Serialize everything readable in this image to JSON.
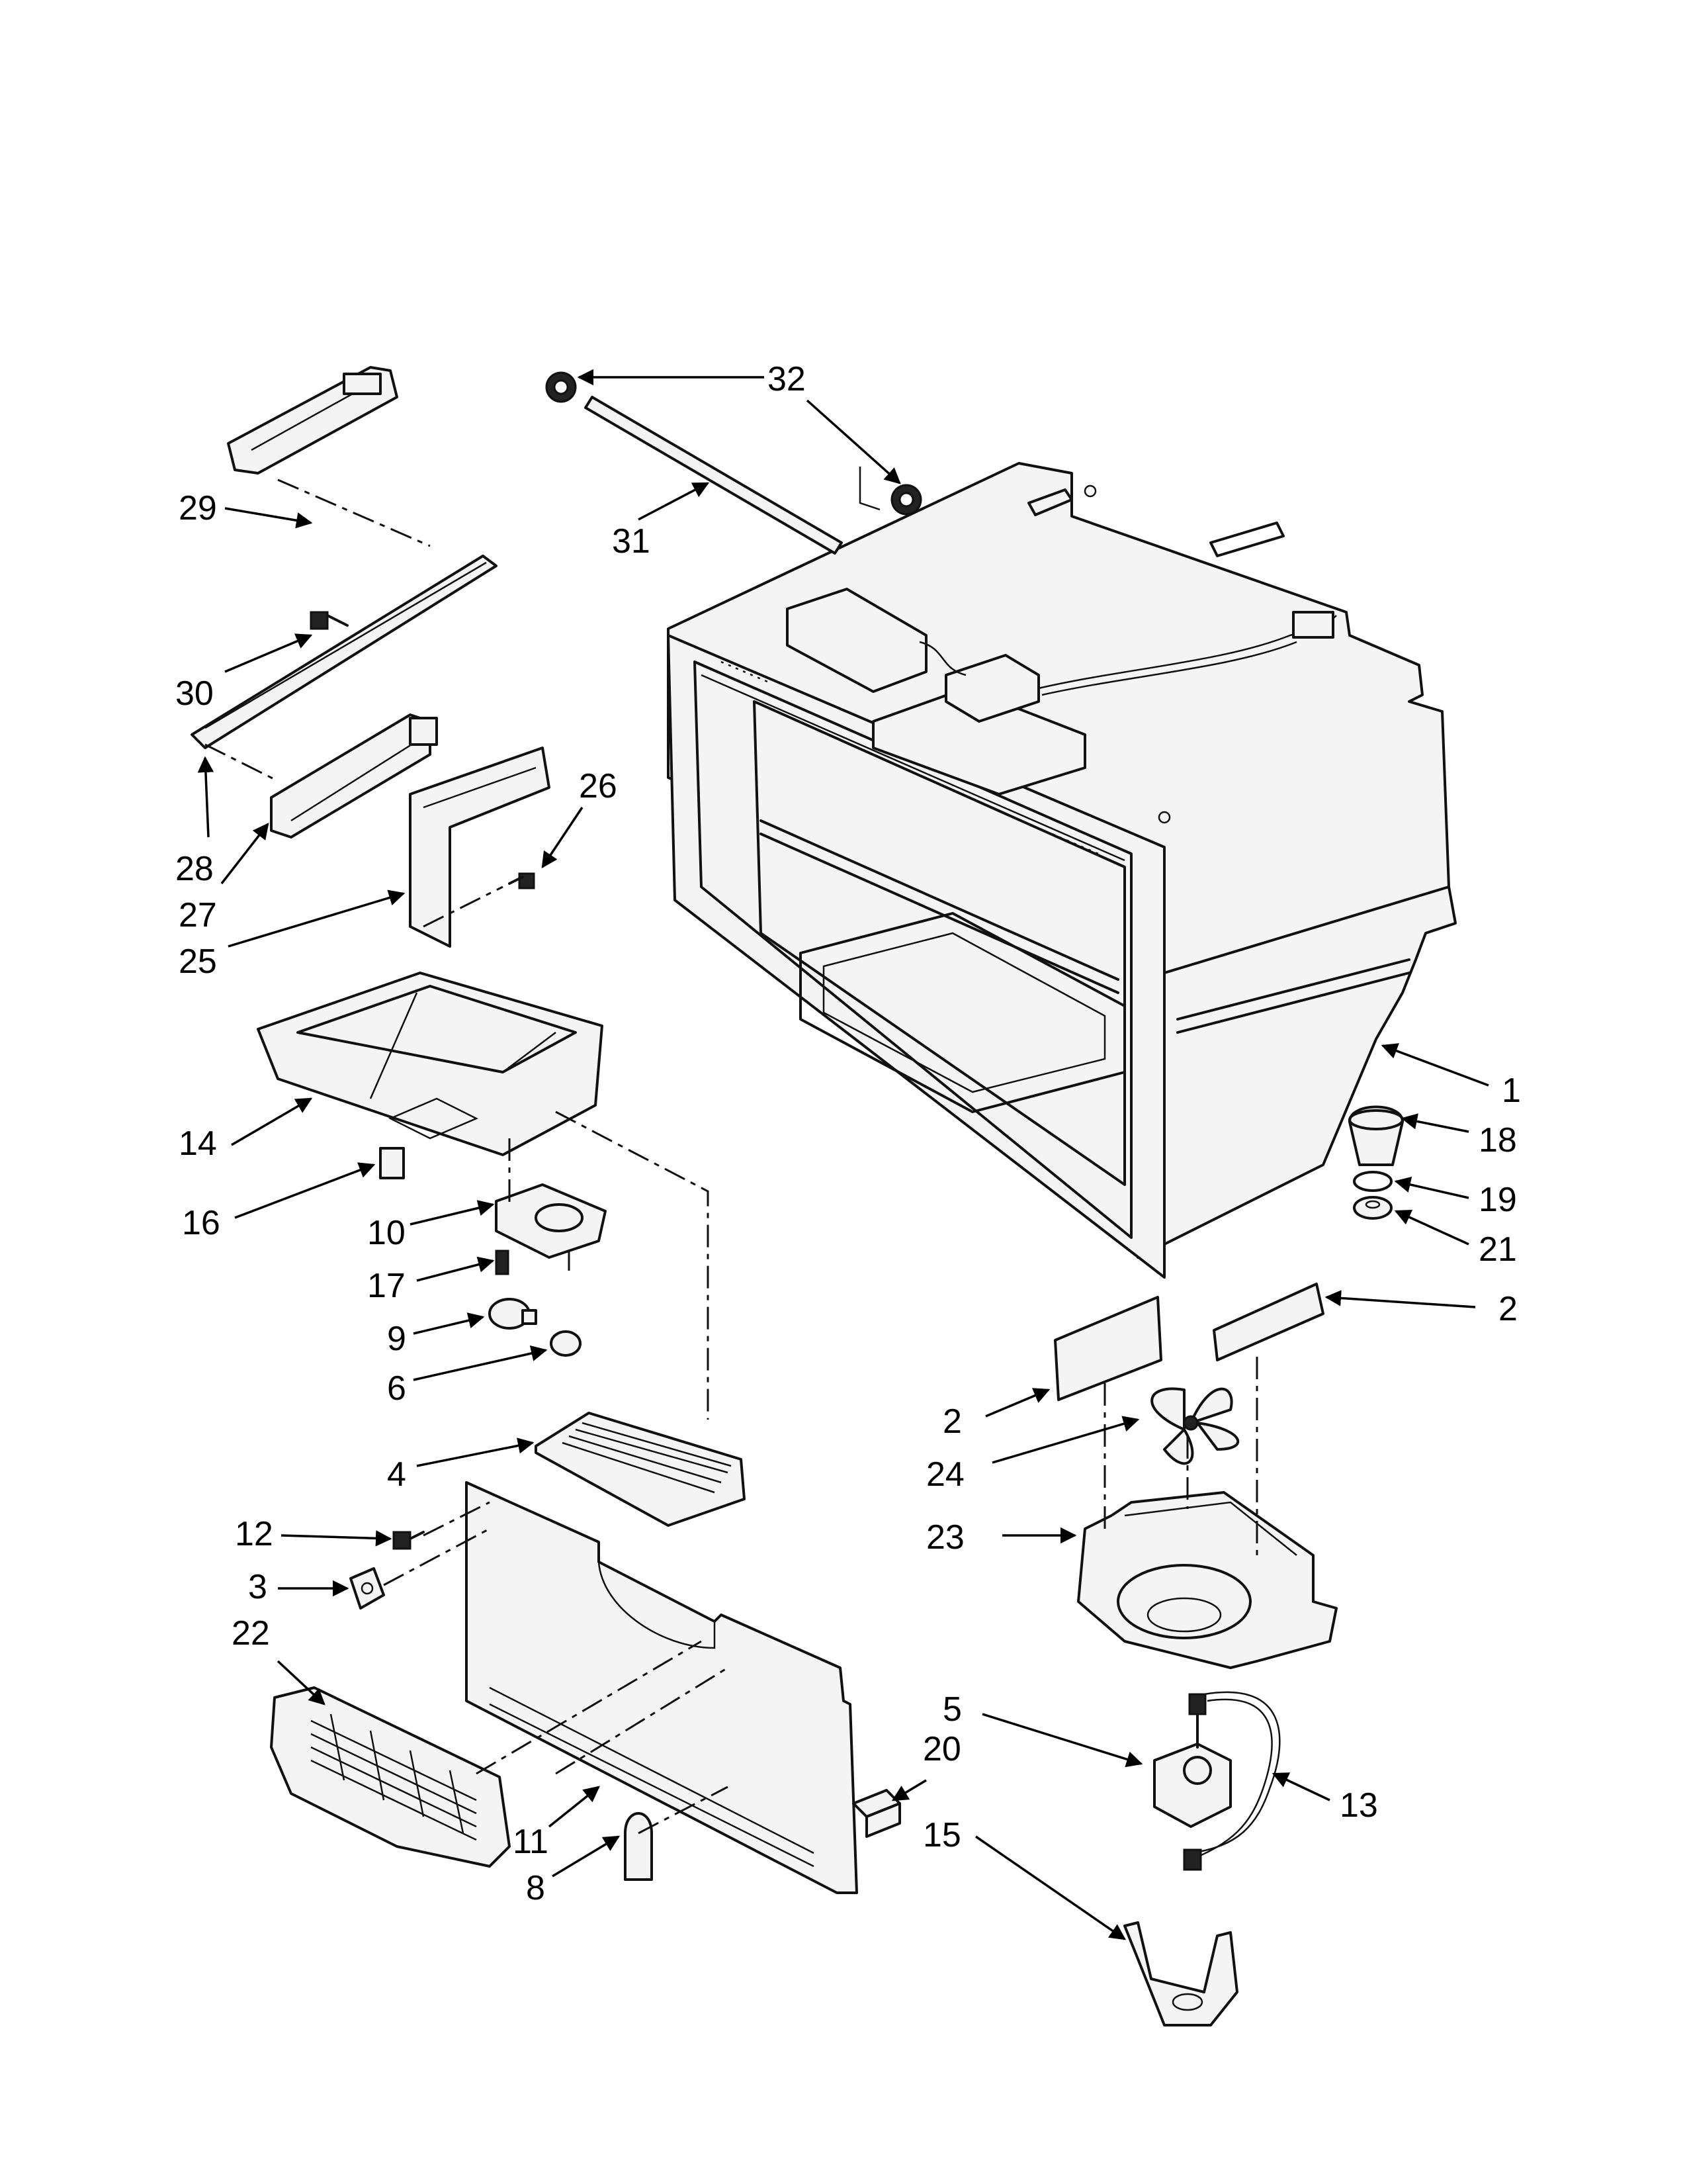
{
  "callouts": [
    {
      "id": "c32",
      "label": "32"
    },
    {
      "id": "c29",
      "label": "29"
    },
    {
      "id": "c31",
      "label": "31"
    },
    {
      "id": "c30",
      "label": "30"
    },
    {
      "id": "c26",
      "label": "26"
    },
    {
      "id": "c28",
      "label": "28"
    },
    {
      "id": "c27",
      "label": "27"
    },
    {
      "id": "c25",
      "label": "25"
    },
    {
      "id": "c14",
      "label": "14"
    },
    {
      "id": "c16",
      "label": "16"
    },
    {
      "id": "c10",
      "label": "10"
    },
    {
      "id": "c17",
      "label": "17"
    },
    {
      "id": "c9",
      "label": "9"
    },
    {
      "id": "c6",
      "label": "6"
    },
    {
      "id": "c4",
      "label": "4"
    },
    {
      "id": "c12",
      "label": "12"
    },
    {
      "id": "c3",
      "label": "3"
    },
    {
      "id": "c22",
      "label": "22"
    },
    {
      "id": "c11",
      "label": "11"
    },
    {
      "id": "c8",
      "label": "8"
    },
    {
      "id": "c1",
      "label": "1"
    },
    {
      "id": "c18",
      "label": "18"
    },
    {
      "id": "c19",
      "label": "19"
    },
    {
      "id": "c21",
      "label": "21"
    },
    {
      "id": "c2a",
      "label": "2"
    },
    {
      "id": "c2b",
      "label": "2"
    },
    {
      "id": "c24",
      "label": "24"
    },
    {
      "id": "c23",
      "label": "23"
    },
    {
      "id": "c5",
      "label": "5"
    },
    {
      "id": "c20",
      "label": "20"
    },
    {
      "id": "c13",
      "label": "13"
    },
    {
      "id": "c15",
      "label": "15"
    }
  ]
}
